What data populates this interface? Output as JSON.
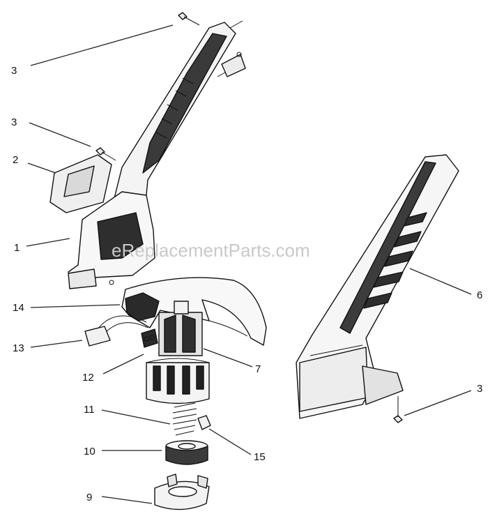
{
  "watermark": "eReplacementParts.com",
  "callouts": {
    "c1": "1",
    "c2": "2",
    "c3a": "3",
    "c3b": "3",
    "c3c": "3",
    "c6": "6",
    "c7": "7",
    "c9": "9",
    "c10": "10",
    "c11": "11",
    "c12": "12",
    "c13": "13",
    "c14": "14",
    "c15": "15"
  },
  "colors": {
    "ink": "#111111",
    "shade": "#3a3a3a",
    "light": "#f2f2f2",
    "watermark": "#c9c9c9"
  }
}
